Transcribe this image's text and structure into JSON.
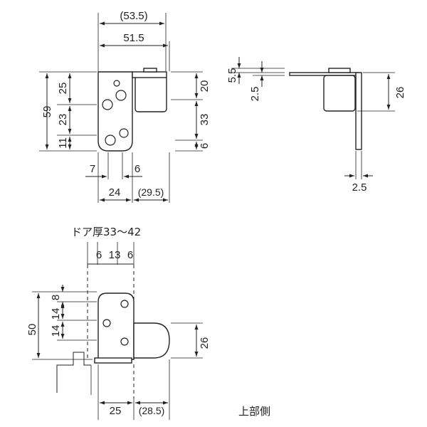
{
  "front_view": {
    "dims": {
      "overall_width": "(53.5)",
      "width": "51.5",
      "height_total": "59",
      "seg_top": "25",
      "seg_mid": "23",
      "seg_bottom": "11",
      "right_top": "20",
      "right_mid": "33",
      "right_bottom": "6",
      "hole_offset_left": "7",
      "hole_offset_right": "6",
      "plate_width": "24",
      "leaf_width": "(29.5)"
    }
  },
  "side_view": {
    "dims": {
      "top_a": "5.5",
      "top_b": "2.5",
      "height": "26",
      "thickness": "2.5"
    }
  },
  "bottom_view": {
    "door_thickness": "ドア厚33～42",
    "dims": {
      "gap_a": "6",
      "gap_b": "13",
      "gap_c": "6",
      "left_total": "50",
      "left_a": "8",
      "left_b": "14",
      "left_c": "14",
      "right_height": "26",
      "plate_width": "25",
      "leaf_width": "(28.5)"
    },
    "caption": "上部側"
  }
}
